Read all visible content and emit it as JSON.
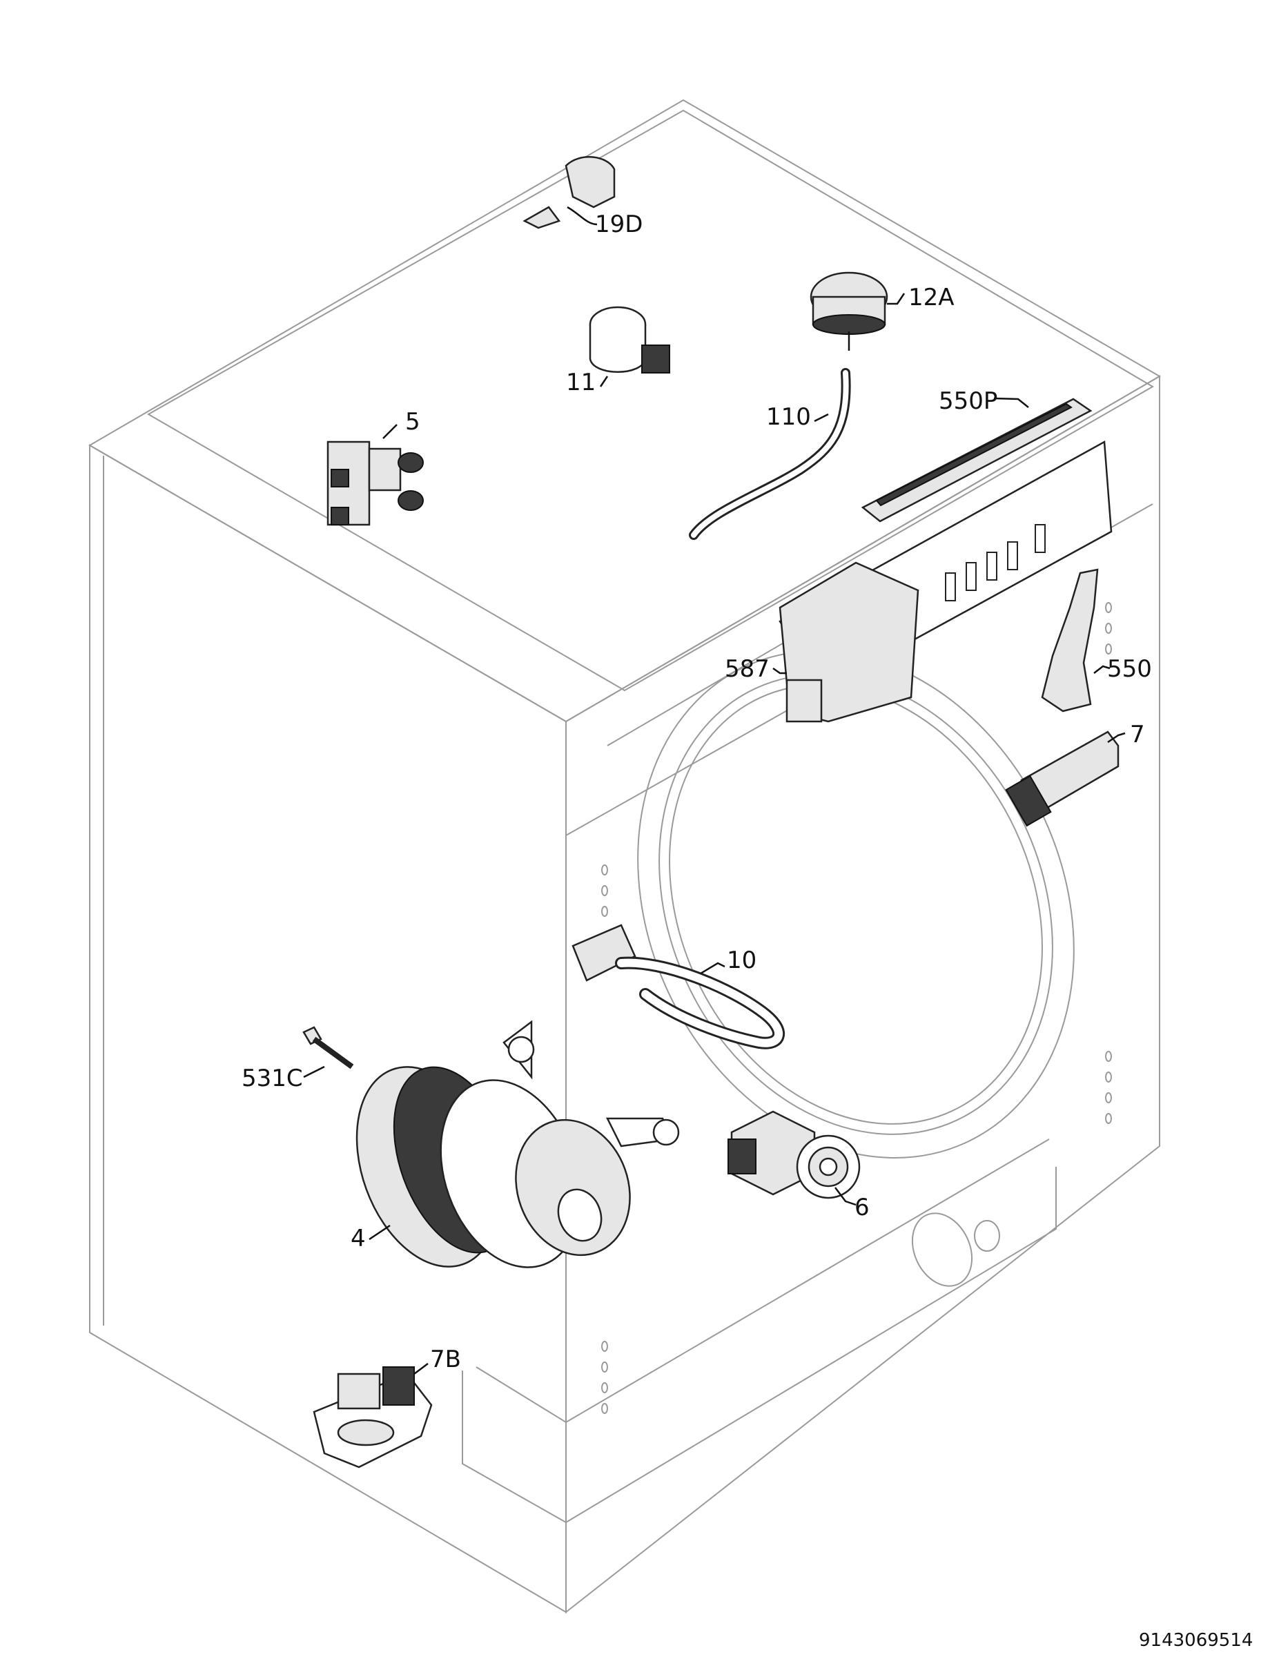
{
  "diagram": {
    "document_number": "9143069514",
    "parts": [
      {
        "id": "19D",
        "label": "19D"
      },
      {
        "id": "12A",
        "label": "12A"
      },
      {
        "id": "11",
        "label": "11"
      },
      {
        "id": "110",
        "label": "110"
      },
      {
        "id": "5",
        "label": "5"
      },
      {
        "id": "550P",
        "label": "550P"
      },
      {
        "id": "587",
        "label": "587"
      },
      {
        "id": "550",
        "label": "550"
      },
      {
        "id": "7",
        "label": "7"
      },
      {
        "id": "10",
        "label": "10"
      },
      {
        "id": "531C",
        "label": "531C"
      },
      {
        "id": "4",
        "label": "4"
      },
      {
        "id": "6",
        "label": "6"
      },
      {
        "id": "7B",
        "label": "7B"
      }
    ]
  }
}
